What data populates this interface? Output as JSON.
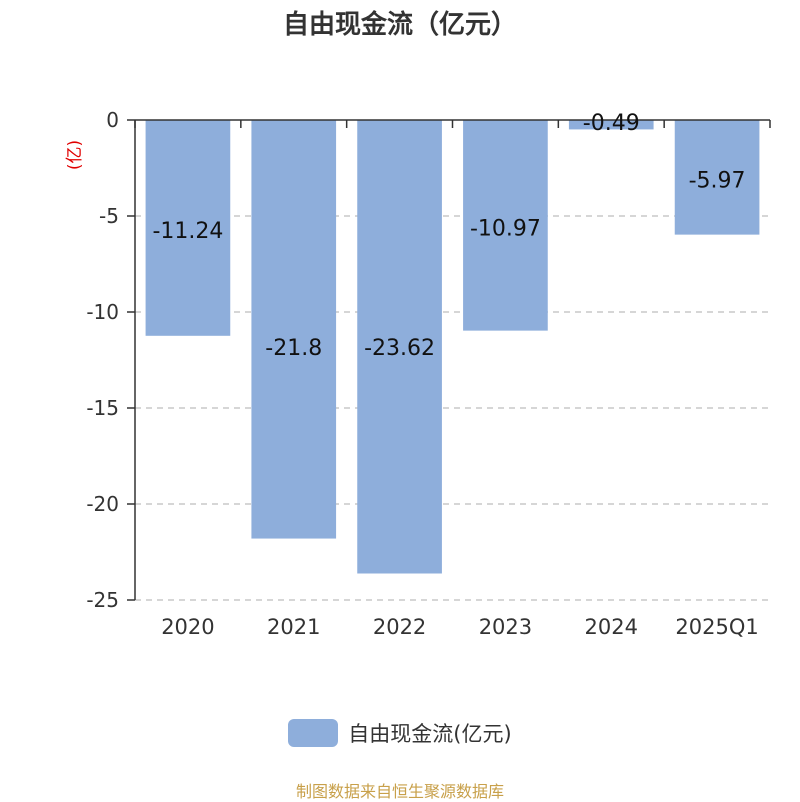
{
  "chart_data": {
    "type": "bar",
    "title": "自由现金流（亿元）",
    "ylabel": "(亿)",
    "categories": [
      "2020",
      "2021",
      "2022",
      "2023",
      "2024",
      "2025Q1"
    ],
    "series": [
      {
        "name": "自由现金流(亿元)",
        "values": [
          -11.24,
          -21.8,
          -23.62,
          -10.97,
          -0.49,
          -5.97
        ]
      }
    ],
    "data_labels": [
      "-11.24",
      "-21.8",
      "-23.62",
      "-10.97",
      "-0.49",
      "-5.97"
    ],
    "ylim": [
      -25,
      0
    ],
    "yticks": [
      0,
      -5,
      -10,
      -15,
      -20,
      -25
    ],
    "grid": true,
    "legend_position": "bottom",
    "colors": {
      "bar": "#8eaedb",
      "ylabel": "#e00000",
      "source": "#c8a04a",
      "axis": "#333333",
      "grid": "#c8c8c8"
    }
  },
  "footer": {
    "source": "制图数据来自恒生聚源数据库"
  }
}
